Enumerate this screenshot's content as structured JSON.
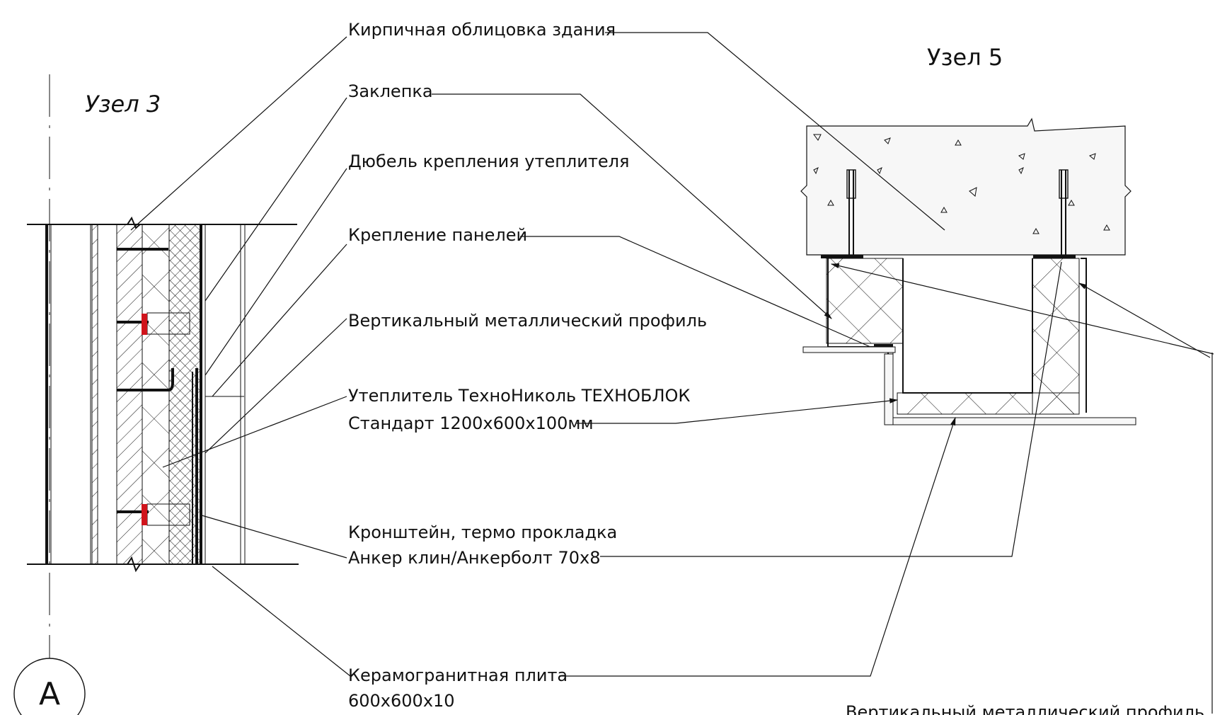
{
  "detail_left": {
    "title": "Узел 3",
    "axis_marker": "А"
  },
  "detail_right": {
    "title": "Узел 5"
  },
  "callouts": [
    "Кирпичная облицовка здания",
    "Заклепка",
    "Дюбель крепления утеплителя",
    "Крепление панелей",
    "Вертикальный металлический профиль",
    "Утеплитель ТехноНиколь ТЕХНОБЛОК",
    "Стандарт 1200х600х100мм",
    "Кронштейн, термо прокладка",
    "Анкер клин/Анкерболт 70х8",
    "Керамогранитная плита",
    "600х600х10",
    "Вертикальный металлический профиль"
  ],
  "colors": {
    "line": "#111111",
    "highlight_red": "#d0141c",
    "concrete_fill": "#f7f7f7"
  }
}
